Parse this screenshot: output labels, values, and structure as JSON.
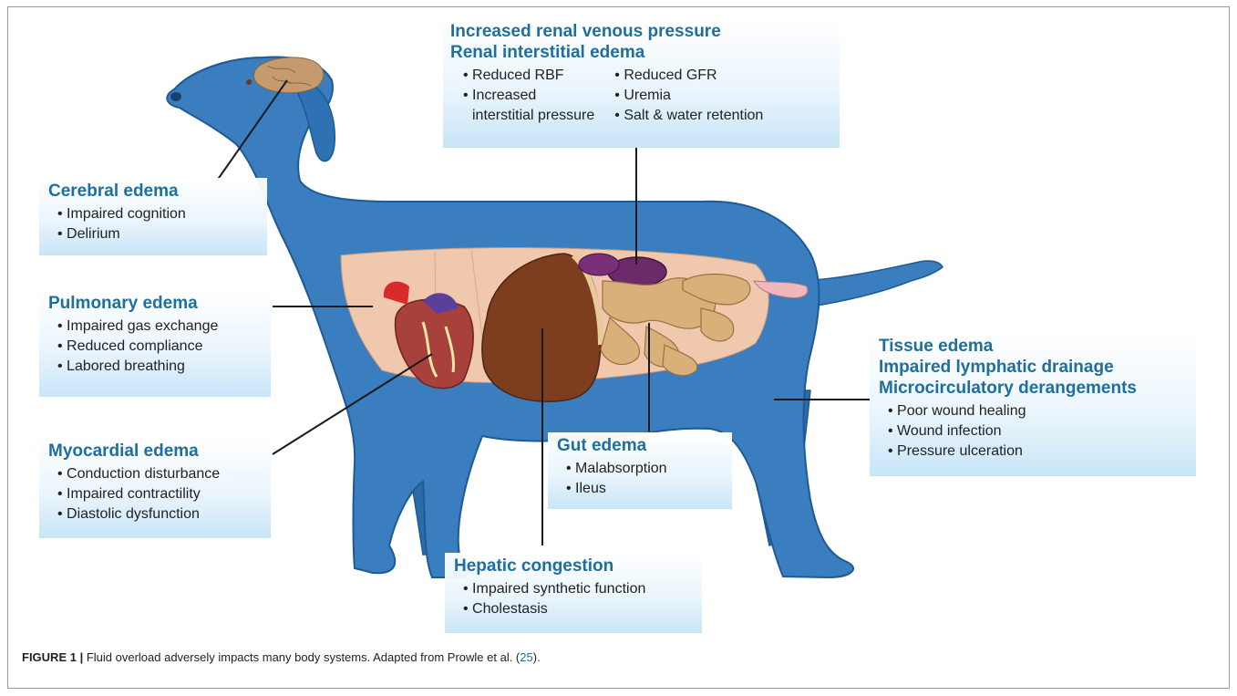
{
  "figure": {
    "label": "FIGURE 1 |",
    "caption_before": "Fluid overload adversely impacts many body systems. Adapted from Prowle et al. (",
    "caption_ref": "25",
    "caption_after": ")."
  },
  "colors": {
    "dog_body": "#3a7ebf",
    "dog_outline": "#1e5a95",
    "title_text": "#1e6e9e",
    "callout_gradient_bottom": "#c8e5f8",
    "heart": "#a8403c",
    "liver": "#7c3e1f",
    "kidney": "#6c2a6b",
    "intestine": "#d9b07a",
    "brain": "#c59a6c",
    "abdominal_cavity": "#efc8ae"
  },
  "callouts": {
    "cerebral": {
      "title": "Cerebral edema",
      "items": [
        "Impaired cognition",
        "Delirium"
      ]
    },
    "pulmonary": {
      "title": "Pulmonary edema",
      "items": [
        "Impaired gas exchange",
        "Reduced compliance",
        "Labored breathing"
      ]
    },
    "myocardial": {
      "title": "Myocardial edema",
      "items": [
        "Conduction disturbance",
        "Impaired contractility",
        "Diastolic dysfunction"
      ]
    },
    "renal": {
      "title_line1": "Increased renal venous pressure",
      "title_line2": "Renal interstitial edema",
      "left_items": [
        "Reduced RBF",
        "Increased"
      ],
      "left_continuation": "interstitial pressure",
      "right_items": [
        "Reduced GFR",
        "Uremia",
        "Salt & water retention"
      ]
    },
    "gut": {
      "title": "Gut edema",
      "items": [
        "Malabsorption",
        "Ileus"
      ]
    },
    "hepatic": {
      "title": "Hepatic congestion",
      "items": [
        "Impaired synthetic function",
        "Cholestasis"
      ]
    },
    "tissue": {
      "title_line1": "Tissue edema",
      "title_line2": "Impaired lymphatic drainage",
      "title_line3": "Microcirculatory derangements",
      "items": [
        "Poor wound healing",
        "Wound infection",
        "Pressure ulceration"
      ]
    }
  }
}
